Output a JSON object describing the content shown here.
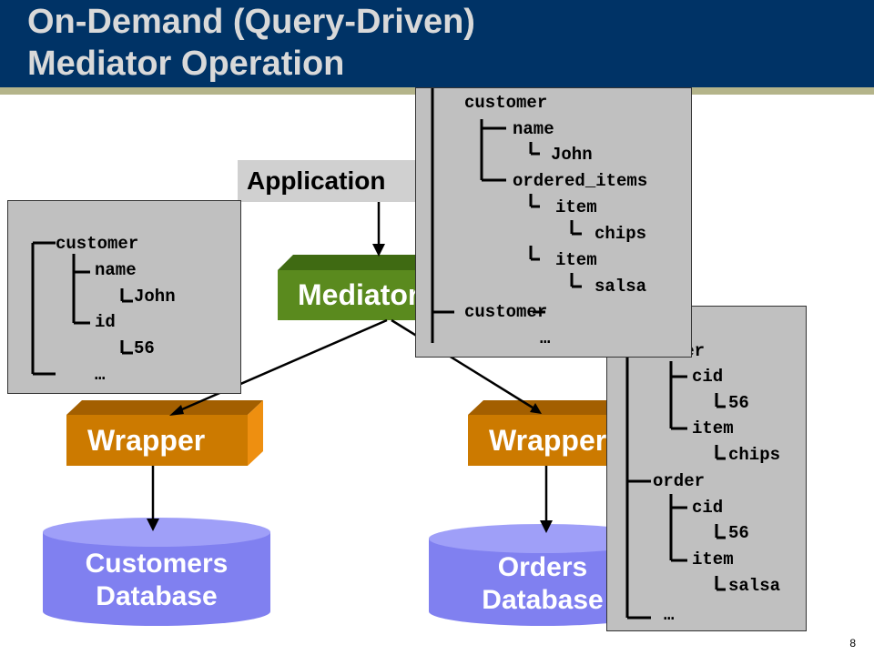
{
  "title": {
    "line1": "On-Demand (Query-Driven)",
    "line2": "Mediator Operation"
  },
  "application_label": "Application",
  "mediator_label": "Mediator",
  "wrappers": {
    "left": "Wrapper",
    "right": "Wrapper"
  },
  "databases": {
    "customers": {
      "line1": "Customers",
      "line2": "Database"
    },
    "orders": {
      "line1": "Orders",
      "line2": "Database"
    }
  },
  "trees": {
    "left": {
      "customer": "customer",
      "name": "name",
      "john": "John",
      "id": "id",
      "id_value": "56",
      "ellipsis": "…"
    },
    "center": {
      "customer1": "customer",
      "name": "name",
      "john": "John",
      "ordered_items": "ordered_items",
      "item1": "item",
      "chips": "chips",
      "item2": "item",
      "salsa": "salsa",
      "customer2": "customer",
      "ellipsis": "…"
    },
    "right": {
      "order1": "order",
      "cid1": "cid",
      "cid1_value": "56",
      "item1": "item",
      "chips": "chips",
      "order2": "order",
      "cid2": "cid",
      "cid2_value": "56",
      "item2": "item",
      "salsa": "salsa",
      "ellipsis": "…"
    }
  },
  "page_number": "8",
  "colors": {
    "title_bg": "#003366",
    "title_text": "#d9d9d9",
    "title_rule": "#b4b48a",
    "mediator_front": "#5a8a1e",
    "mediator_top": "#3f6a12",
    "wrapper_front": "#cc7a00",
    "wrapper_top": "#a35f00",
    "wrapper_side": "#ee8f10",
    "database": "#8080f0",
    "database_top": "#9f9ff8",
    "tree_bg": "#c0c0c0",
    "application_bg": "#d0d0d0"
  }
}
